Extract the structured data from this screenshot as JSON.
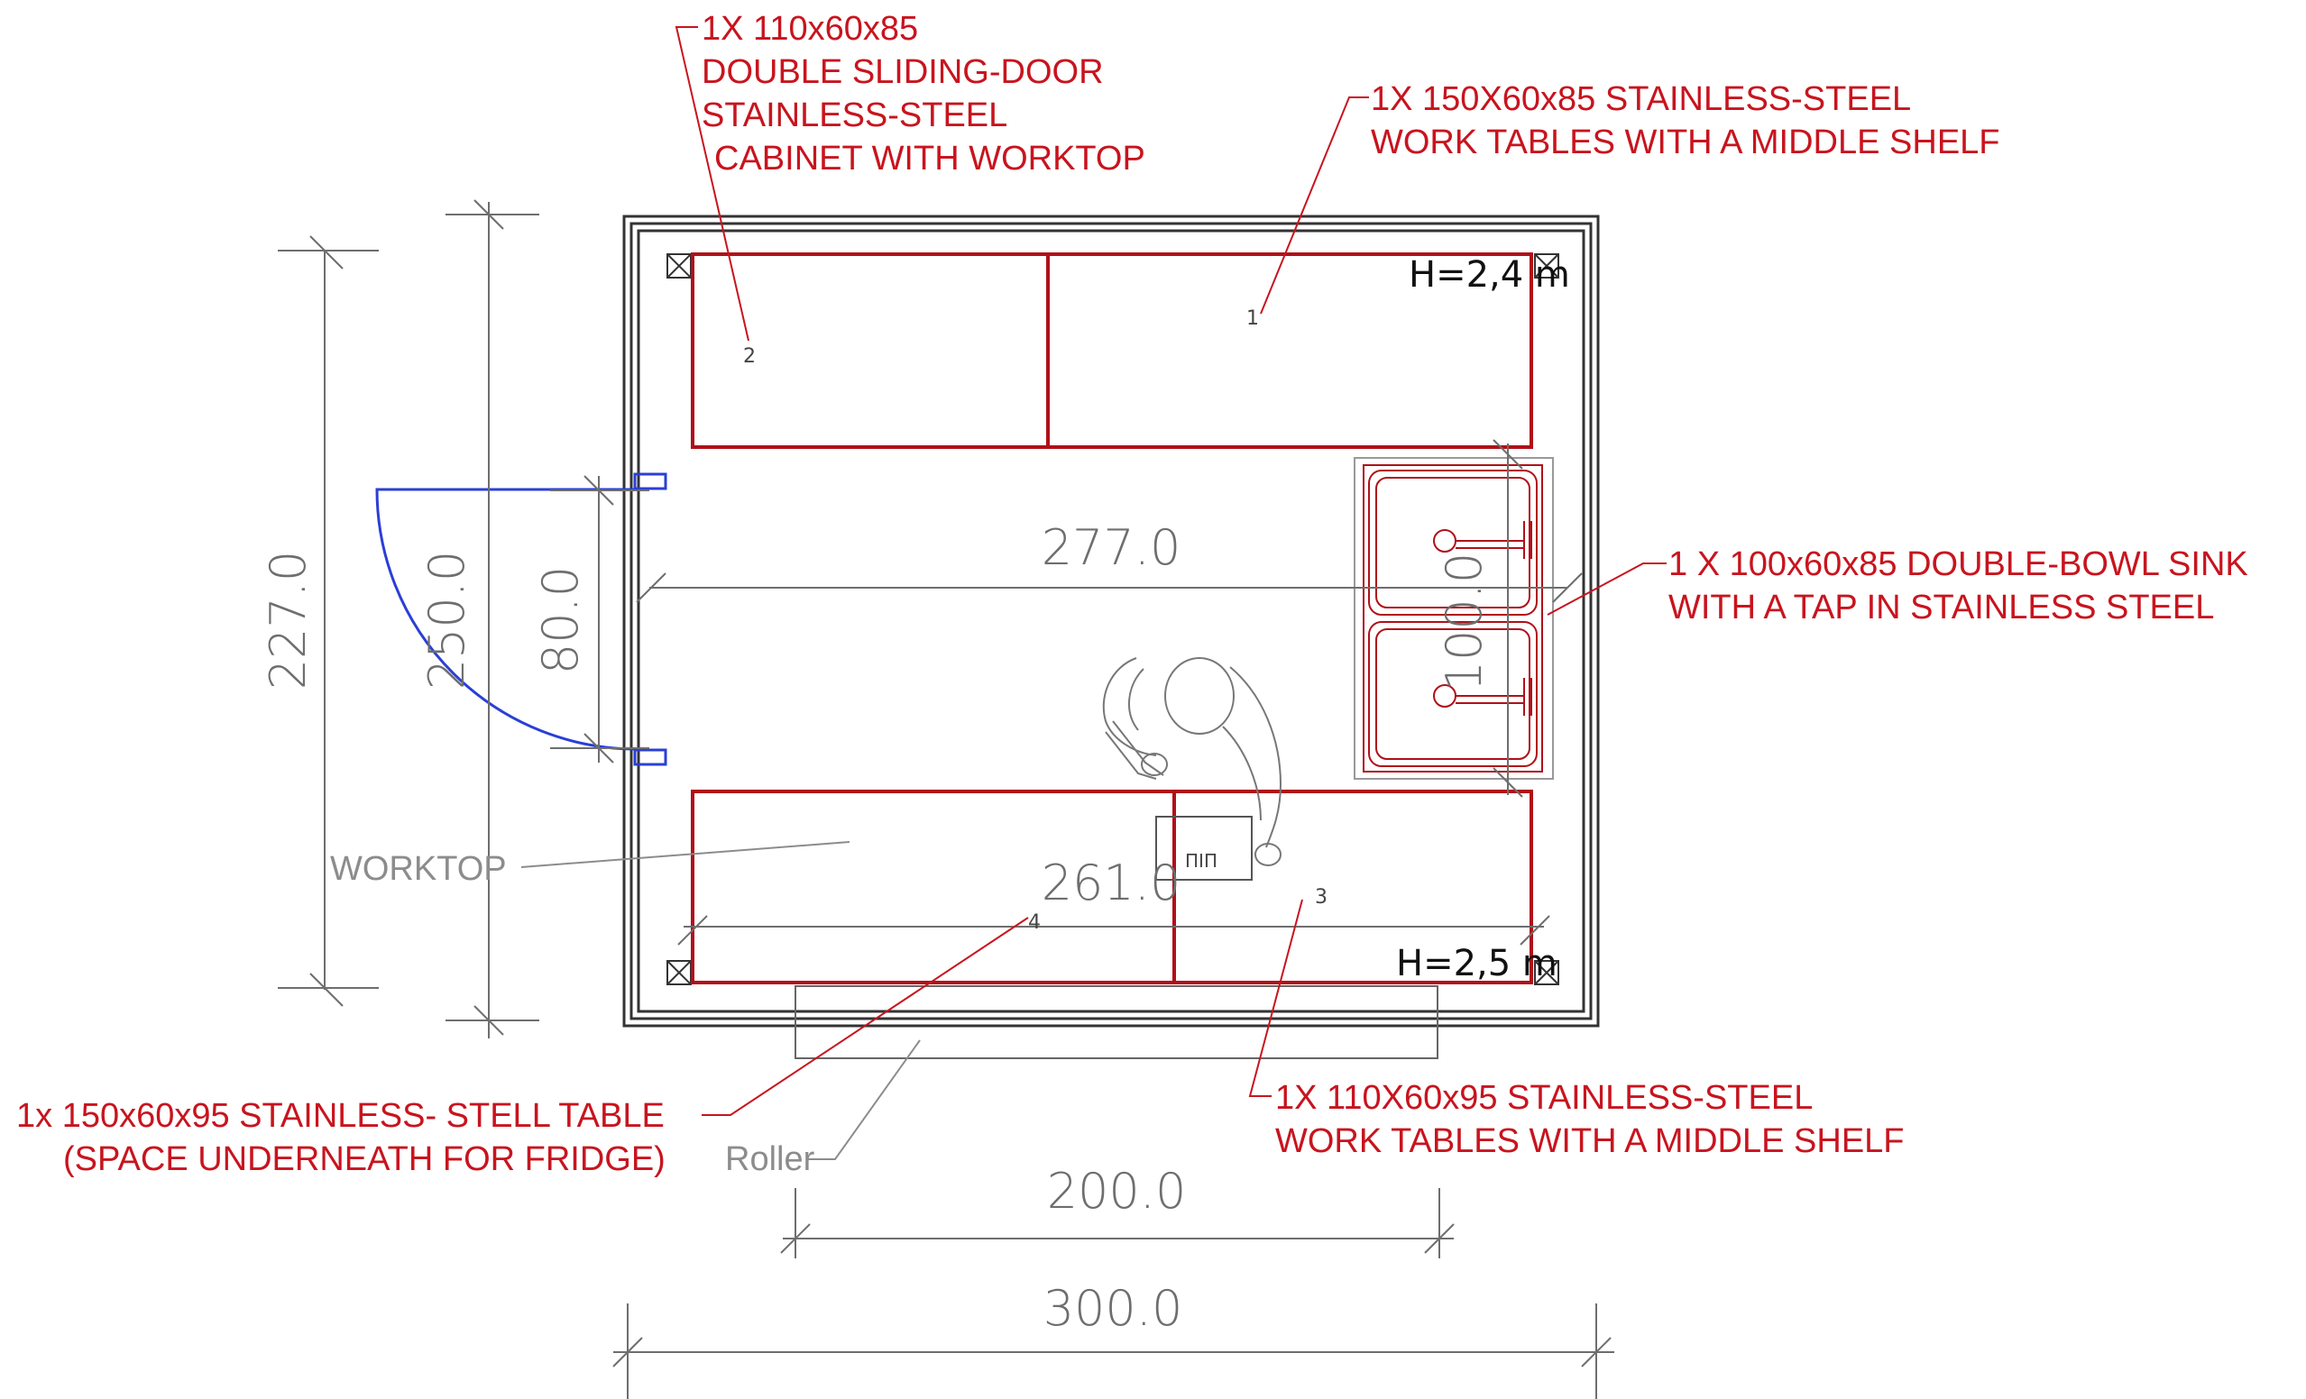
{
  "labels": {
    "item2": [
      "1X 110x60x85",
      "DOUBLE SLIDING-DOOR",
      "STAINLESS-STEEL",
      "CABINET WITH WORKTOP"
    ],
    "item1": [
      "1X 150X60x85 STAINLESS-STEEL",
      "WORK TABLES WITH A MIDDLE SHELF"
    ],
    "sink": [
      "1 X 100x60x85 DOUBLE-BOWL SINK",
      "WITH A TAP IN STAINLESS STEEL"
    ],
    "item4": [
      "1x 150x60x95 STAINLESS- STELL TABLE",
      "(SPACE UNDERNEATH FOR FRIDGE)"
    ],
    "item3": [
      "1X 110X60x95 STAINLESS-STEEL",
      "WORK TABLES WITH A MIDDLE SHELF"
    ],
    "roller": "Roller",
    "worktop": "WORKTOP",
    "height_top": "H=2,4 m",
    "height_bottom": "H=2,5 m",
    "item_numbers": {
      "n1": "1",
      "n2": "2",
      "n3": "3",
      "n4": "4"
    },
    "appliance_mark": "ΠΙΠ"
  },
  "dimensions": {
    "d277": "277.0",
    "d261": "261.0",
    "d100": "100.0",
    "d227": "227.0",
    "d250": "250.0",
    "d80": "80.0",
    "d200": "200.0",
    "d300": "300.0"
  },
  "colors": {
    "annotation": "#c8141e",
    "door": "#2a3fd6",
    "dimension": "#6e6e6e",
    "wall": "#333333"
  }
}
